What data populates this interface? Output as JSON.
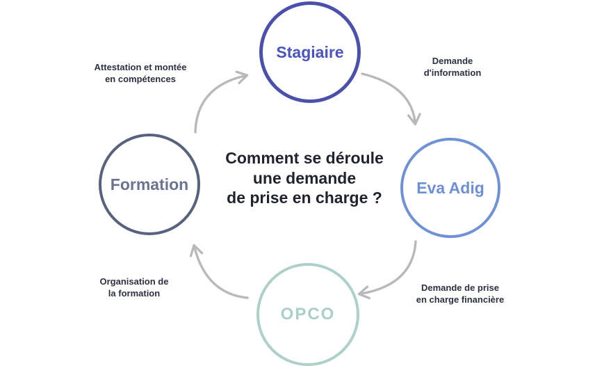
{
  "diagram": {
    "type": "cycle",
    "direction": "clockwise",
    "title": {
      "line1": "Comment se déroule",
      "line2": "une demande",
      "line3": "de prise en charge ?"
    },
    "nodes": [
      {
        "id": "stagiaire",
        "label": "Stagiaire",
        "position": "top",
        "border_color": "#4a50ac",
        "text_color": "#4a53c0"
      },
      {
        "id": "eva-adig",
        "label": "Eva Adig",
        "position": "right",
        "border_color": "#6e91d7",
        "text_color": "#6d8fd8"
      },
      {
        "id": "opco",
        "label": "OPCO",
        "position": "bottom",
        "border_color": "#aed0ca",
        "text_color": "#a9cfc8"
      },
      {
        "id": "formation",
        "label": "Formation",
        "position": "left",
        "border_color": "#58627e",
        "text_color": "#6a7390"
      }
    ],
    "edges": [
      {
        "from": "stagiaire",
        "to": "eva-adig",
        "label_line1": "Demande",
        "label_line2": "d'information"
      },
      {
        "from": "eva-adig",
        "to": "opco",
        "label_line1": "Demande de prise",
        "label_line2": "en charge financière"
      },
      {
        "from": "opco",
        "to": "formation",
        "label_line1": "Organisation de",
        "label_line2": "la formation"
      },
      {
        "from": "formation",
        "to": "stagiaire",
        "label_line1": "Attestation et montée",
        "label_line2": "en compétences"
      }
    ],
    "colors": {
      "background": "#ffffff",
      "arrow": "#b9b9bc",
      "title_text": "#1e232e",
      "edge_label_text": "#2b3042"
    }
  }
}
